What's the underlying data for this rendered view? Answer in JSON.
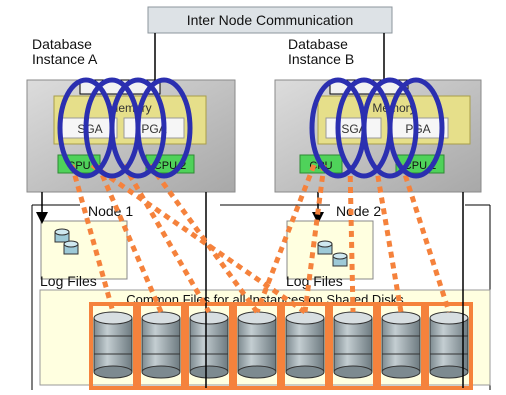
{
  "header": {
    "inter_node_label": "Inter Node Communication"
  },
  "instances": [
    {
      "title_line1": "Database",
      "title_line2": "Instance A",
      "memory_label": "Memory",
      "sga_label": "SGA",
      "pga_label": "PGA",
      "cpu1_label": "CPU",
      "cpu2_label": "CPU 2",
      "node_label": "Node 1",
      "log_label": "Log Files"
    },
    {
      "title_line1": "Database",
      "title_line2": "Instance B",
      "memory_label": "Memory",
      "sga_label": "SGA",
      "pga_label": "PGA",
      "cpu1_label": "CPU",
      "cpu2_label": "CPU 2",
      "node_label": "Node 2",
      "log_label": "Log Files"
    }
  ],
  "storage": {
    "label": "Common Files for all Instances on Shared Disks",
    "disk_count": 8
  },
  "colors": {
    "ring": "#2b2fb0",
    "dotted": "#f5823c",
    "box_fill": "#ffffe0",
    "node_fill": "#c7c7c7",
    "cpu": "#4fd25a",
    "memory": "#e6df8a",
    "disk": "#a9b4b8"
  },
  "icons": [
    "disk-stack-icon",
    "database-disk-icon",
    "arrow-icon"
  ]
}
